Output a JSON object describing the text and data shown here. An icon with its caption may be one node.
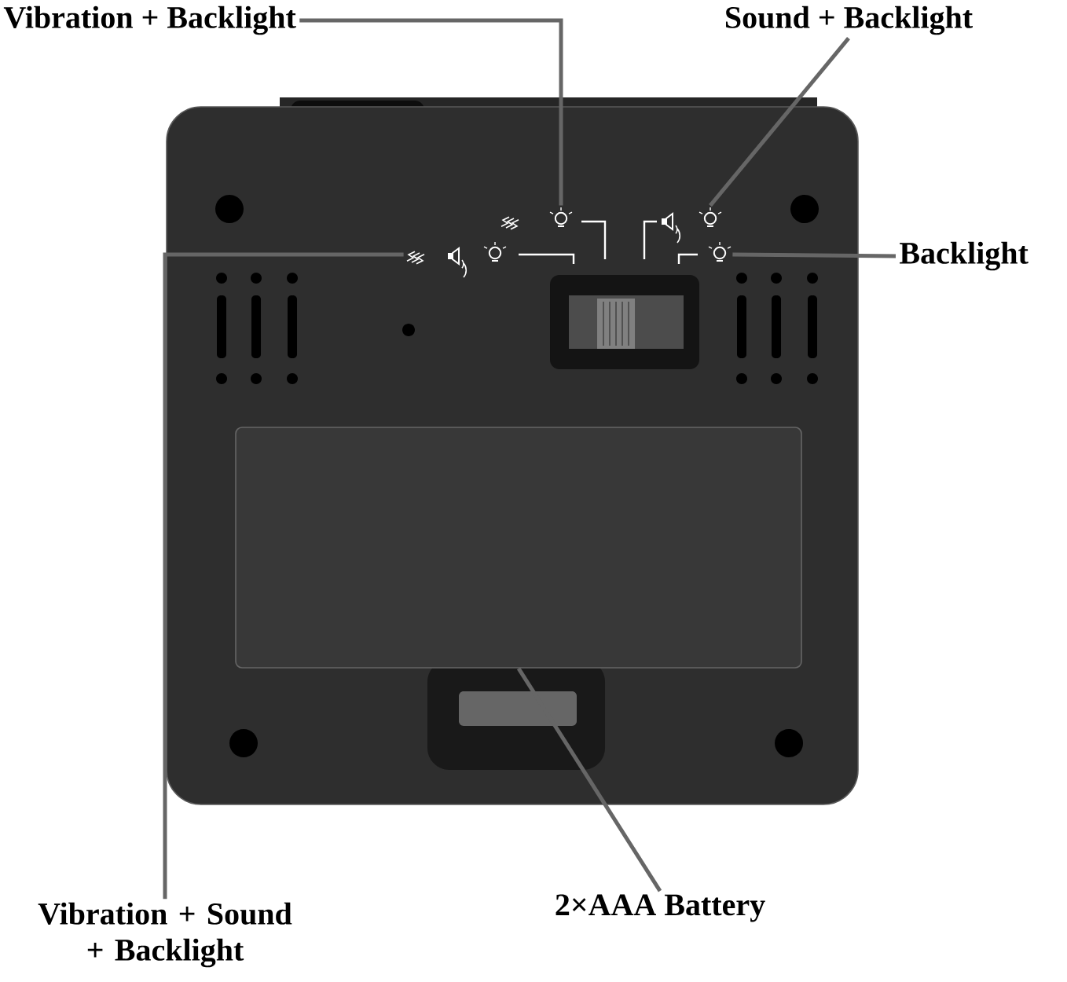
{
  "diagram": {
    "nodes": [
      {
        "text": [
          "Vibration + Backlight"
        ]
      },
      {
        "text": [],
        "shape": "picture"
      },
      {
        "text": [
          "Sound + Backlight"
        ]
      },
      {
        "text": [],
        "shape": "picture"
      },
      {
        "text": [
          "Backlight"
        ]
      },
      {
        "text": [],
        "shape": "picture"
      },
      {
        "text": [
          "Vibration + Sound + Backlight"
        ]
      },
      {
        "text": [],
        "shape": "picture"
      },
      {
        "text": [
          "2×AAA Battery"
        ]
      },
      {
        "text": [],
        "shape": "box"
      }
    ],
    "edges": [
      {
        "from": 0,
        "to": 1,
        "arrow": "none"
      },
      {
        "from": 2,
        "to": 3,
        "arrow": "none"
      },
      {
        "from": 4,
        "to": 5,
        "arrow": "none"
      },
      {
        "from": 6,
        "to": 7,
        "arrow": "none"
      },
      {
        "from": 8,
        "to": 9,
        "arrow": "none"
      }
    ]
  }
}
